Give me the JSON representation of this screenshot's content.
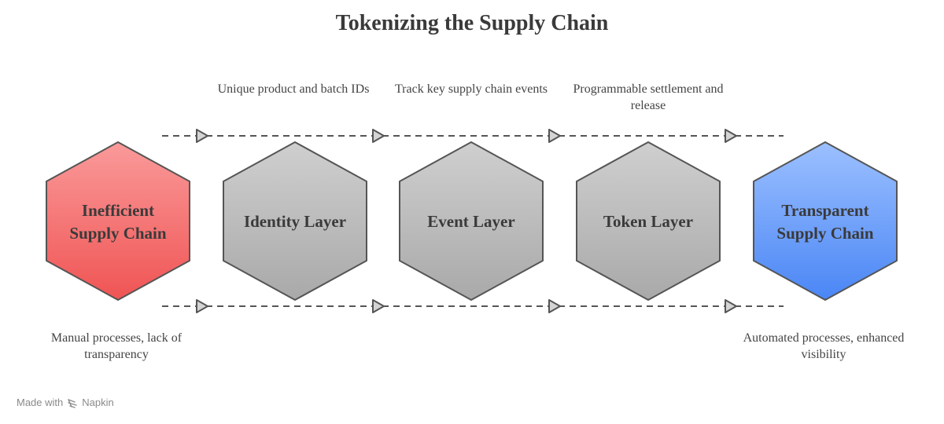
{
  "title": "Tokenizing the Supply Chain",
  "stages": [
    {
      "line1": "Inefficient",
      "line2": "Supply Chain",
      "color": "#f06a6a"
    },
    {
      "line1": "Identity Layer",
      "line2": "",
      "color": "#b5b5b5"
    },
    {
      "line1": "Event Layer",
      "line2": "",
      "color": "#b5b5b5"
    },
    {
      "line1": "Token Layer",
      "line2": "",
      "color": "#b5b5b5"
    },
    {
      "line1": "Transparent",
      "line2": "Supply Chain",
      "color": "#5b95f5"
    }
  ],
  "captions": {
    "identity": "Unique product and batch IDs",
    "event": "Track key supply chain events",
    "token": "Programmable settlement and release",
    "inefficient": "Manual processes, lack of transparency",
    "transparent": "Automated processes, enhanced visibility"
  },
  "footer": {
    "made_with": "Made with",
    "brand": "Napkin",
    "icon": "napkin-logo-icon"
  }
}
